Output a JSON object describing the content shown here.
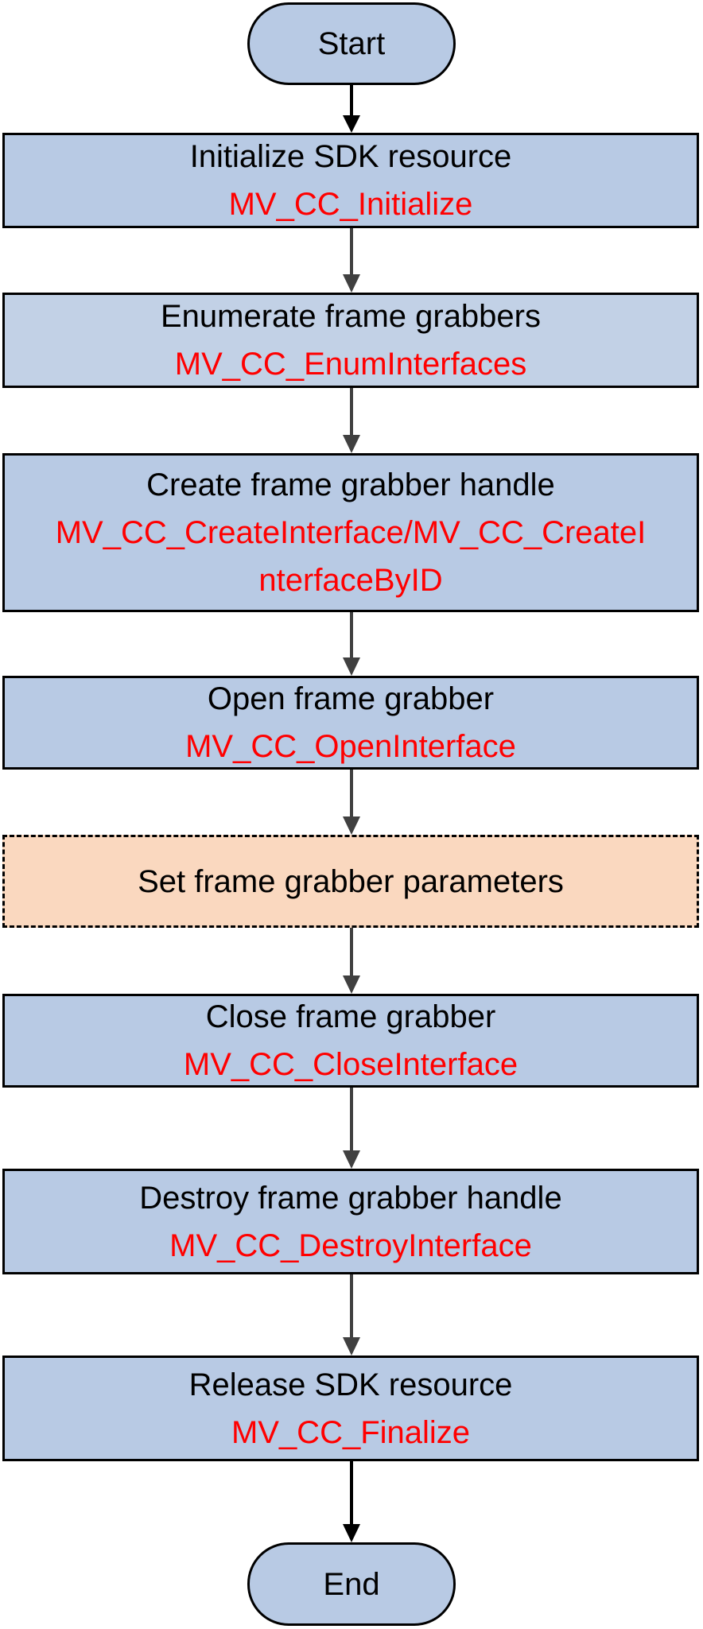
{
  "flowchart": {
    "start": "Start",
    "end": "End",
    "steps": [
      {
        "title": "Initialize SDK resource",
        "api": "MV_CC_Initialize"
      },
      {
        "title": "Enumerate frame grabbers",
        "api": "MV_CC_EnumInterfaces"
      },
      {
        "title": "Create frame grabber handle",
        "api_line1": "MV_CC_CreateInterface/MV_CC_CreateI",
        "api_line2": "nterfaceByID"
      },
      {
        "title": "Open frame grabber",
        "api": "MV_CC_OpenInterface"
      },
      {
        "title": "Set frame grabber parameters"
      },
      {
        "title": "Close frame grabber",
        "api": "MV_CC_CloseInterface"
      },
      {
        "title": "Destroy frame grabber handle",
        "api": "MV_CC_DestroyInterface"
      },
      {
        "title": "Release SDK resource",
        "api": "MV_CC_Finalize"
      }
    ]
  },
  "colors": {
    "box_fill": "#b8cae4",
    "optional_fill": "#fad8bf",
    "api_text": "#ff0000",
    "border": "#000000"
  }
}
